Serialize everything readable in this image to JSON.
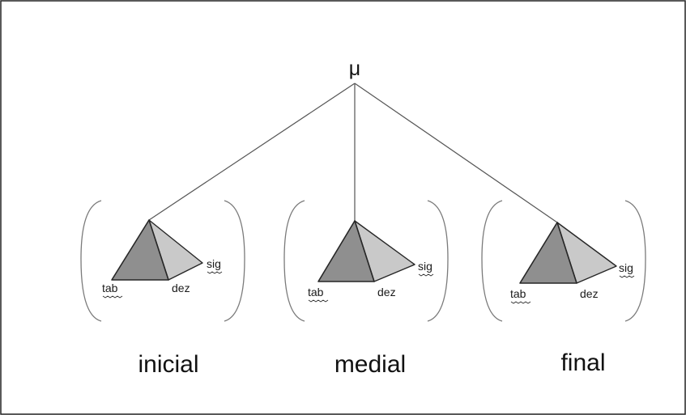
{
  "diagram": {
    "root_label": "μ",
    "units": [
      {
        "id": "inicial",
        "label": "inicial",
        "vertices": {
          "tab": "tab",
          "dez": "dez",
          "sig": "sig"
        }
      },
      {
        "id": "medial",
        "label": "medial",
        "vertices": {
          "tab": "tab",
          "dez": "dez",
          "sig": "sig"
        }
      },
      {
        "id": "final",
        "label": "final",
        "vertices": {
          "tab": "tab",
          "dez": "dez",
          "sig": "sig"
        }
      }
    ],
    "colors": {
      "main_face": "#8f8f8f",
      "side_face": "#c9c9c9",
      "outline": "#262626",
      "bracket": "#7a7a7a",
      "branch": "#555555"
    }
  }
}
